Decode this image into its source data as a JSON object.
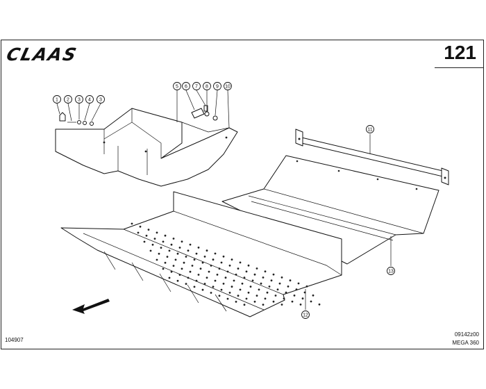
{
  "header": {
    "brand": "CLAAS",
    "page_number": "121"
  },
  "footer": {
    "drawing_id": "104907",
    "sheet_code": "09142z00",
    "model": "MEGA 360"
  },
  "callouts": [
    {
      "label": "1"
    },
    {
      "label": "2"
    },
    {
      "label": "3"
    },
    {
      "label": "4"
    },
    {
      "label": "3"
    },
    {
      "label": "5"
    },
    {
      "label": "6"
    },
    {
      "label": "7"
    },
    {
      "label": "8"
    },
    {
      "label": "9"
    },
    {
      "label": "10"
    },
    {
      "label": "11"
    },
    {
      "label": "12"
    },
    {
      "label": "13"
    }
  ],
  "icons": {
    "direction_arrow": "arrow-down-left-icon"
  }
}
